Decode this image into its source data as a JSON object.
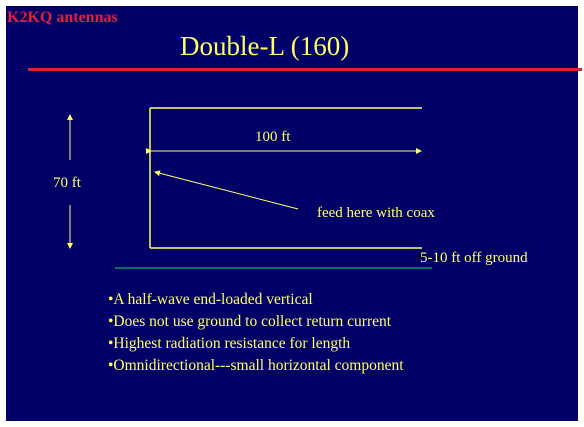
{
  "brand": "K2KQ antennas",
  "title": "Double-L (160)",
  "diagram": {
    "horizontal_length": "100 ft",
    "vertical_height": "70 ft",
    "feed_note": "feed here with coax",
    "ground_clearance": "5-10 ft off ground"
  },
  "bullets": [
    "•A half-wave end-loaded vertical",
    "•Does not use ground to collect return current",
    "•Highest radiation resistance for length",
    "•Omnidirectional---small horizontal component"
  ],
  "colors": {
    "background": "#000066",
    "text": "#ffff66",
    "brand": "#e0203a",
    "ground_line": "#009966"
  }
}
